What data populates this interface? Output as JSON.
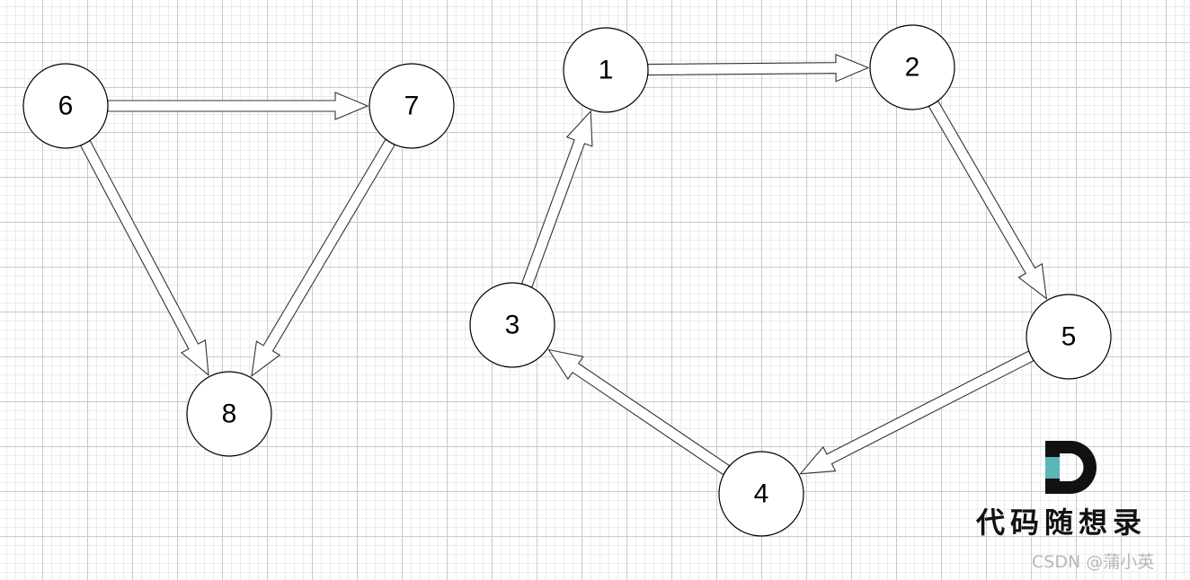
{
  "graph": {
    "nodes": [
      {
        "id": "n1",
        "label": "1"
      },
      {
        "id": "n2",
        "label": "2"
      },
      {
        "id": "n3",
        "label": "3"
      },
      {
        "id": "n4",
        "label": "4"
      },
      {
        "id": "n5",
        "label": "5"
      },
      {
        "id": "n6",
        "label": "6"
      },
      {
        "id": "n7",
        "label": "7"
      },
      {
        "id": "n8",
        "label": "8"
      }
    ],
    "edges": [
      {
        "from": "6",
        "to": "7"
      },
      {
        "from": "6",
        "to": "8"
      },
      {
        "from": "7",
        "to": "8"
      },
      {
        "from": "1",
        "to": "2"
      },
      {
        "from": "2",
        "to": "5"
      },
      {
        "from": "5",
        "to": "4"
      },
      {
        "from": "4",
        "to": "3"
      },
      {
        "from": "3",
        "to": "1"
      }
    ]
  },
  "watermark": {
    "logo_letter": "D",
    "logo_text": "代码随想录",
    "credit": "CSDN @蒲小英",
    "logo_accent_color": "#5bb5b8"
  }
}
